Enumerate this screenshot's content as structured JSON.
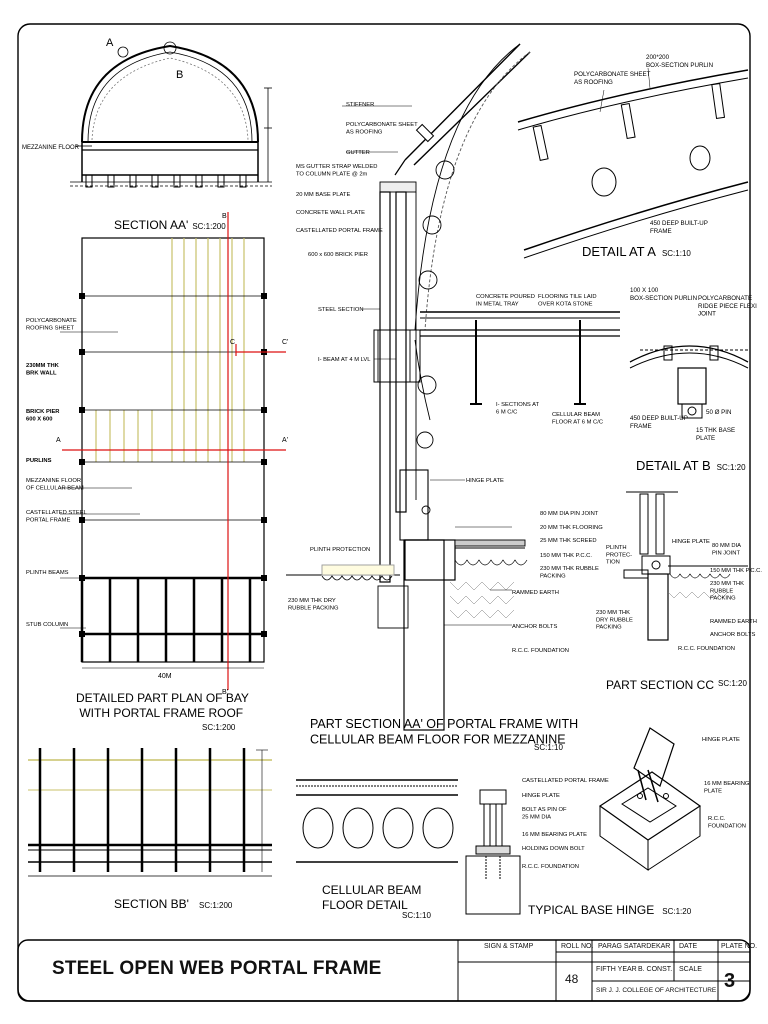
{
  "drawing_title": "STEEL OPEN WEB PORTAL FRAME",
  "views": {
    "section_aa": {
      "title": "SECTION AA'",
      "scale": "SC:1:200",
      "label_a": "A",
      "label_b": "B",
      "mezzanine": "MEZZANINE FLOOR"
    },
    "detail_a": {
      "title": "DETAIL AT A",
      "scale": "SC:1:10",
      "purlin": "200*200\nBOX-SECTION PURLIN",
      "sheet": "POLYCARBONATE SHEET\nAS ROOFING",
      "girder": "450 DEEP BUILT-UP\nFRAME"
    },
    "plan": {
      "title": "DETAILED  PART PLAN OF BAY\n WITH PORTAL FRAME ROOF",
      "scale": "SC:1:200",
      "dimension": "40M",
      "labels": [
        "POLYCARBONATE\nROOFING SHEET",
        "230MM THK\nBRK WALL",
        "BRICK PIER\n600 X 600",
        "PURLINS",
        "MEZZANINE FLOOR\nOF CELLULAR BEAM",
        "CASTELLATED STEEL\nPORTAL FRAME",
        "PLINTH BEAMS",
        "STUB COLUMN"
      ],
      "cut_a": "A",
      "cut_a2": "A'",
      "cut_b": "B",
      "cut_b2": "B'",
      "cut_c": "C",
      "cut_c2": "C'"
    },
    "part_section_aa": {
      "title": "PART SECTION AA' OF PORTAL FRAME WITH\nCELLULAR BEAM FLOOR FOR MEZZANINE",
      "scale": "SC:1:10",
      "labels_left": [
        "STIFFNER",
        "POLYCARBONATE SHEET\nAS ROOFING",
        "GUTTER",
        "MS GUTTER STRAP WELDED\nTO COLUMN PLATE @ 2m",
        "20 MM BASE PLATE",
        "CONCRETE WALL PLATE",
        "CASTELLATED PORTAL FRAME",
        "600 x 600 BRICK PIER",
        "STEEL SECTION",
        "I- BEAM AT 4 M  LVL",
        "PLINTH PROTECTION",
        "230 MM THK DRY\nRUBBLE PACKING"
      ],
      "labels_mid": [
        "CONCRETE POURED\nIN METAL TRAY",
        "FLOORING TILE LAID\nOVER KOTA STONE",
        "I- SECTIONS AT\n6 M C/C",
        "CELLULAR BEAM\nFLOOR AT 6 M C/C",
        "HINGE PLATE"
      ],
      "labels_right": [
        "80 MM DIA PIN JOINT",
        "20 MM THK FLOORING",
        "25 MM THK SCREED",
        "150 MM THK P.C.C.",
        "230 MM THK RUBBLE\nPACKING",
        "RAMMED EARTH",
        "ANCHOR BOLTS",
        "R.C.C. FOUNDATION"
      ]
    },
    "detail_b": {
      "title": "DETAIL AT B",
      "scale": "SC:1:20",
      "labels": [
        "100 X 100\nBOX-SECTION PURLIN",
        "POLYCARBONATE\nRIDGE PIECE FLEXI\nJOINT",
        "450 DEEP BUILT-UP\nFRAME",
        "50 Ø PIN",
        "15 THK BASE\nPLATE"
      ]
    },
    "part_section_cc": {
      "title": "PART SECTION CC",
      "scale": "SC:1:20",
      "labels": [
        "HINGE PLATE",
        "80 MM DIA\nPIN JOINT",
        "150 MM THK P.C.C.",
        "230 MM THK\nRUBBLE\nPACKING",
        "RAMMED EARTH",
        "ANCHOR BOLTS",
        "R.C.C. FOUNDATION",
        "PLINTH\nPROTEC-\nTION",
        "230 MM THK\nDRY RUBBLE\nPACKING"
      ]
    },
    "section_bb": {
      "title": "SECTION BB'",
      "scale": "SC:1:200"
    },
    "cellular_beam": {
      "title": "CELLULAR BEAM\nFLOOR DETAIL",
      "scale": "SC:1:10"
    },
    "base_hinge": {
      "title": "TYPICAL BASE HINGE",
      "scale": "SC:1:20",
      "labels_left": [
        "CASTELLATED PORTAL FRAME",
        "HINGE PLATE",
        "BOLT AS PIN OF\n25 MM DIA",
        "16 MM BEARING PLATE",
        "HOLDING DOWN BOLT",
        "R.C.C. FOUNDATION"
      ],
      "labels_right": [
        "HINGE PLATE",
        "16 MM BEARING\nPLATE",
        "R.C.C.\nFOUNDATION"
      ]
    }
  },
  "title_block": {
    "sign_stamp": "SIGN & STAMP",
    "roll_no_label": "ROLL NO.",
    "roll_no": "48",
    "student": "PARAG SATARDEKAR",
    "year": "FIFTH YEAR",
    "course": "B. CONST.",
    "college": "SIR J. J. COLLEGE OF ARCHITECTURE",
    "date_label": "DATE",
    "scale_label": "SCALE",
    "plate_no_label": "PLATE NO.",
    "plate_no": "3"
  }
}
